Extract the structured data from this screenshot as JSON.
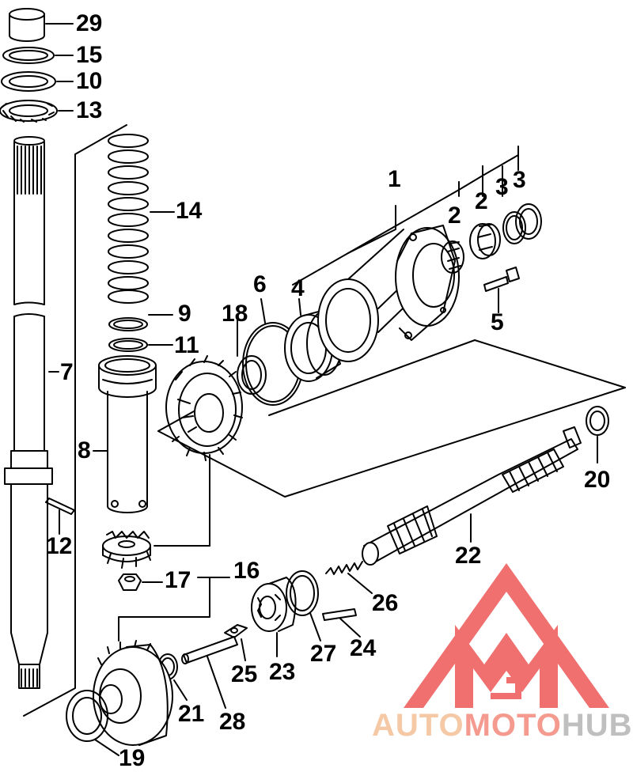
{
  "diagram": {
    "part_numbers": {
      "p29": "29",
      "p15": "15",
      "p10": "10",
      "p13": "13",
      "p14": "14",
      "p1": "1",
      "p2a": "2",
      "p2b": "2",
      "p3a": "3",
      "p3b": "3",
      "p6": "6",
      "p4": "4",
      "p5": "5",
      "p18": "18",
      "p9": "9",
      "p11": "11",
      "p7": "7",
      "p8": "8",
      "p20": "20",
      "p12": "12",
      "p16": "16",
      "p17": "17",
      "p22": "22",
      "p26": "26",
      "p24": "24",
      "p27": "27",
      "p23": "23",
      "p25": "25",
      "p21": "21",
      "p28": "28",
      "p19": "19"
    }
  },
  "watermark": {
    "text_auto": "AUTO",
    "text_moto": "MOTO",
    "text_hub": "HUB",
    "logo_color": "#f07070",
    "auto_color": "#f5c9a6",
    "moto_color": "#f49a8e",
    "hub_color": "#bfbfbf"
  }
}
